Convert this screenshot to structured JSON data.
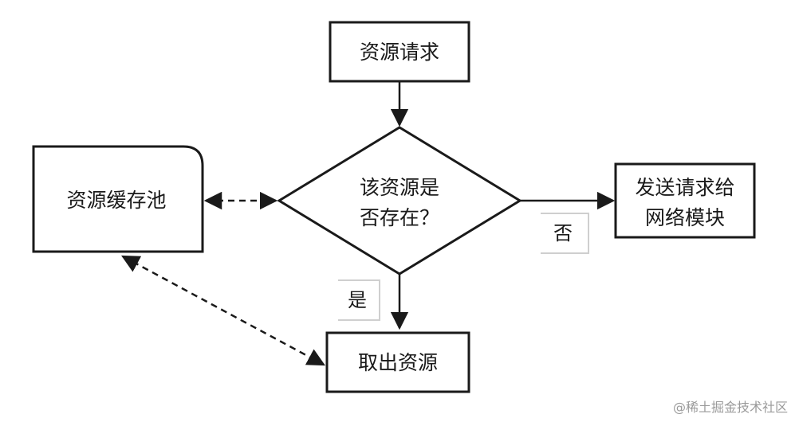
{
  "nodes": {
    "request": {
      "text": "资源请求"
    },
    "decision": {
      "line1": "该资源是",
      "line2": "否存在？"
    },
    "cache_pool": {
      "text": "资源缓存池"
    },
    "network": {
      "line1": "发送请求给",
      "line2": "网络模块"
    },
    "fetch": {
      "text": "取出资源"
    }
  },
  "edge_labels": {
    "no": "否",
    "yes": "是"
  },
  "watermark": "@稀土掘金技术社区",
  "colors": {
    "stroke": "#1a1a1a",
    "label_shadow": "#cfcfcf",
    "background": "#ffffff"
  }
}
